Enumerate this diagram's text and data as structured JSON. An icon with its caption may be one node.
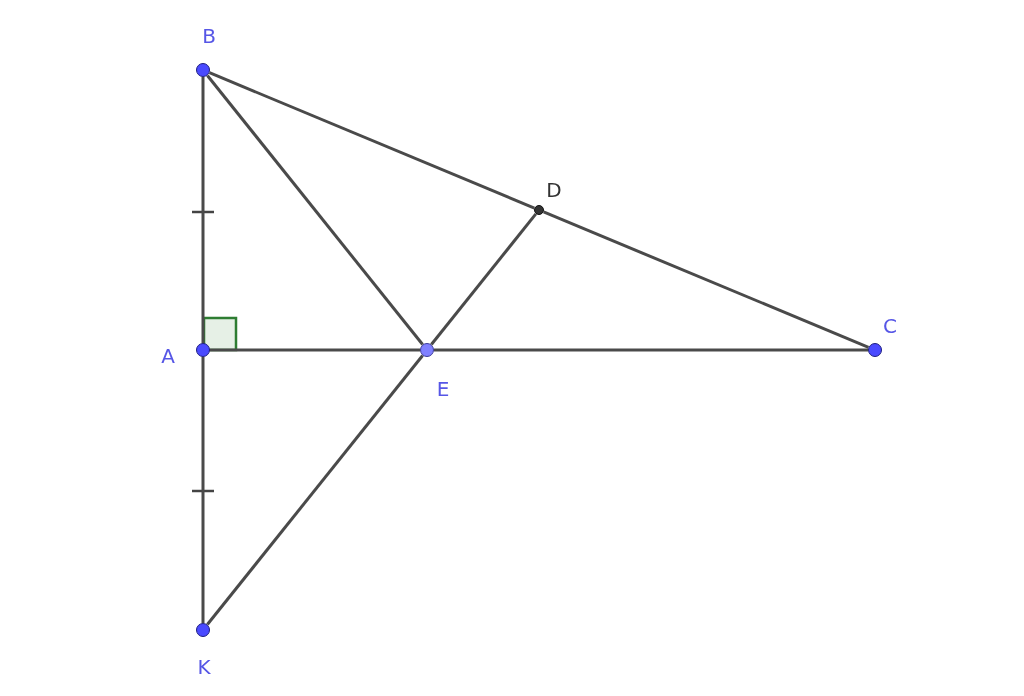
{
  "diagram": {
    "nodes": [
      {
        "text": [],
        "shape": "circle",
        "beside": [
          "B"
        ]
      },
      {
        "text": [],
        "shape": "circle",
        "beside": [
          "D"
        ]
      },
      {
        "text": [],
        "shape": "circle",
        "beside": [
          "C"
        ]
      },
      {
        "text": [],
        "shape": "circle",
        "beside": [
          "A"
        ]
      },
      {
        "text": [],
        "shape": "circle",
        "beside": [
          "E"
        ]
      },
      {
        "text": [],
        "shape": "circle",
        "beside": [
          "K"
        ]
      }
    ],
    "edges": [
      {
        "from": 0,
        "to": 3,
        "arrow": "none"
      },
      {
        "from": 3,
        "to": 5,
        "arrow": "none"
      },
      {
        "from": 0,
        "to": 1,
        "arrow": "none"
      },
      {
        "from": 1,
        "to": 2,
        "arrow": "none"
      },
      {
        "from": 3,
        "to": 4,
        "arrow": "none"
      },
      {
        "from": 4,
        "to": 2,
        "arrow": "none"
      },
      {
        "from": 0,
        "to": 4,
        "arrow": "none"
      },
      {
        "from": 4,
        "to": 1,
        "arrow": "none"
      },
      {
        "from": 4,
        "to": 5,
        "arrow": "none"
      }
    ]
  }
}
